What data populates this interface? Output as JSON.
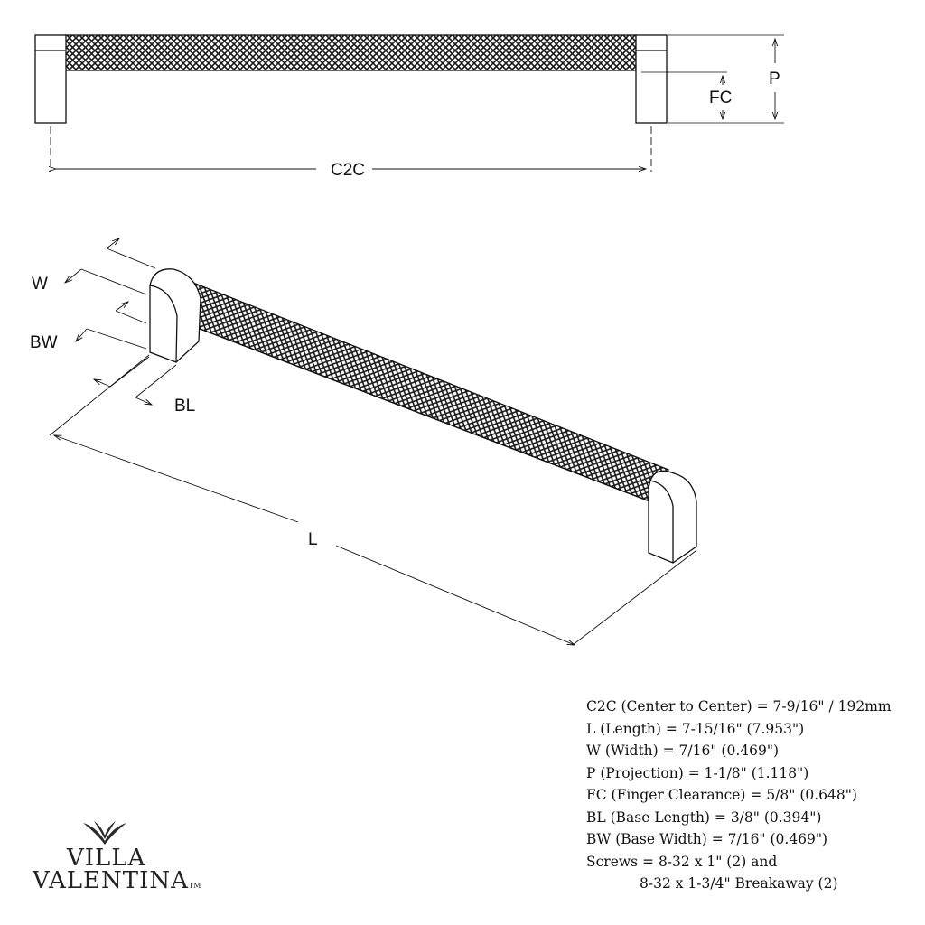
{
  "diagram": {
    "labels": {
      "c2c": "C2C",
      "p": "P",
      "fc": "FC",
      "w": "W",
      "bw": "BW",
      "bl": "BL",
      "l": "L"
    }
  },
  "specs": [
    "C2C (Center to Center) = 7-9/16\" / 192mm",
    "L (Length) = 7-15/16\" (7.953\")",
    "W (Width) = 7/16\" (0.469\")",
    "P (Projection) = 1-1/8\" (1.118\")",
    "FC (Finger Clearance) = 5/8\" (0.648\")",
    "BL (Base Length) = 3/8\" (0.394\")",
    "BW (Base Width) = 7/16\" (0.469\")",
    "Screws = 8-32 x 1\" (2) and",
    "8-32 x 1-3/4\" Breakaway (2)"
  ],
  "brand": {
    "line1": "VILLA",
    "line2": "VALENTINA",
    "trademark": "TM",
    "icon": "leaf-emblem-icon"
  }
}
